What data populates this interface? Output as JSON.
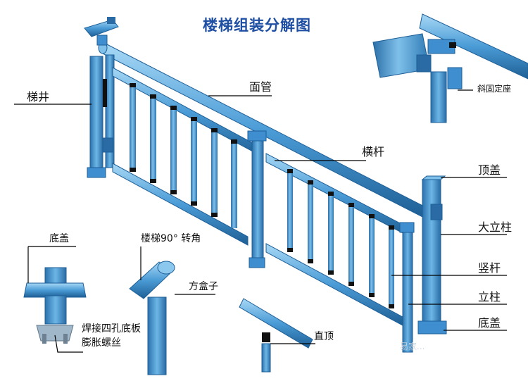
{
  "title": "楼梯组装分解图",
  "colors": {
    "accent": "#3f8fd0",
    "dark": "#1d5f98",
    "light": "#8cc8ee",
    "title": "#1f4fa3",
    "leader": "#000000"
  },
  "labels": {
    "stair_well": "梯井",
    "handrail_tube": "面管",
    "crossbar": "横杆",
    "slanted_mount": "斜固定座",
    "top_cap": "顶盖",
    "large_post": "大立柱",
    "baluster": "竖杆",
    "post": "立柱",
    "base_cover_right": "底盖",
    "base_cover_left": "底盖",
    "welded_base_plate": "焊接四孔底板",
    "expansion_screw": "膨胀螺丝",
    "stair_90_corner": "楼梯90° 转角",
    "square_box": "方盒子",
    "straight_top": "直顶"
  },
  "watermark": "易家..."
}
